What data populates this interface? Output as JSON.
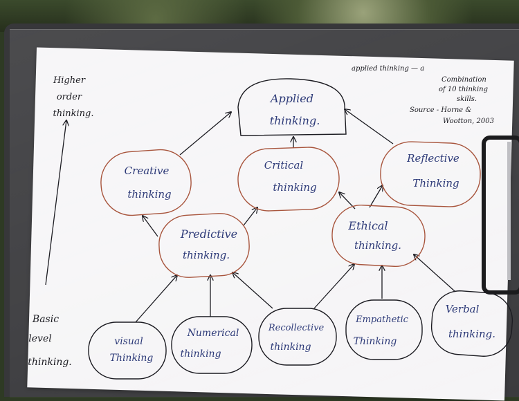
{
  "nodes": {
    "applied": [
      "Applied",
      "thinking."
    ],
    "creative": [
      "Creative",
      "thinking"
    ],
    "critical": [
      "Critical",
      "thinking"
    ],
    "reflective": [
      "Reflective",
      "Thinking"
    ],
    "predictive": [
      "Predictive",
      "thinking."
    ],
    "ethical": [
      "Ethical",
      "thinking."
    ],
    "visual": [
      "visual",
      "Thinking"
    ],
    "numerical": [
      "Numerical",
      "thinking"
    ],
    "recollective": [
      "Recollective",
      "thinking"
    ],
    "empathetic": [
      "Empathetic",
      "Thinking"
    ],
    "verbal": [
      "Verbal",
      "thinking."
    ]
  },
  "side_labels": {
    "higher": [
      "Higher",
      "order",
      "thinking."
    ],
    "basic": [
      "Basic",
      "level",
      "thinking."
    ]
  },
  "note": {
    "lines": [
      "applied thinking — a",
      "Combination",
      "of 10 thinking",
      "skills."
    ],
    "source_lines": [
      "Source - Horne &",
      "Wootton, 2003"
    ]
  },
  "colors": {
    "red_ink": "#a8553d",
    "black_ink": "#1c1c22",
    "blue_ink": "#2d3a78"
  }
}
